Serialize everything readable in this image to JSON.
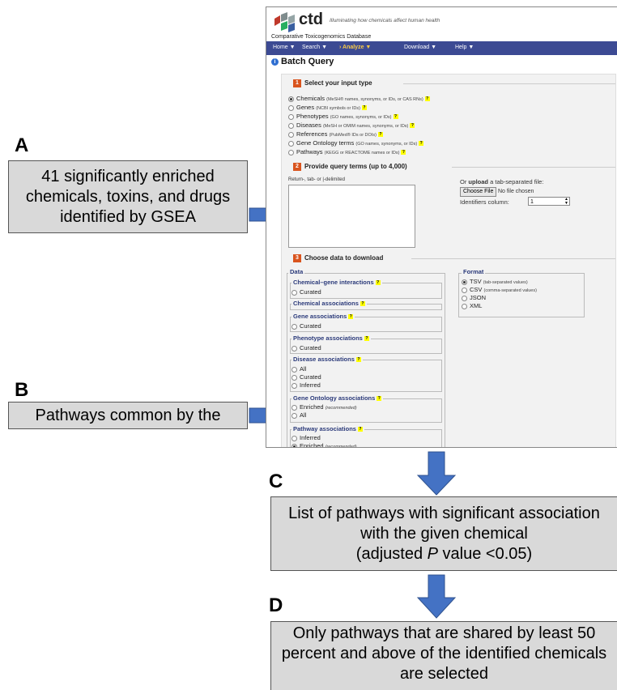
{
  "labels": {
    "a": "A",
    "b": "B",
    "c": "C",
    "d": "D"
  },
  "box_a": {
    "line1": "41 significantly enriched",
    "line2": "chemicals, toxins, and drugs",
    "line3": "identified by GSEA"
  },
  "box_b": {
    "text": "Pathways common by the"
  },
  "box_c": {
    "line1": "List of pathways with significant association",
    "line2": "with the given chemical",
    "line3_pre": "(adjusted ",
    "line3_italic": "P",
    "line3_post": " value <0.05)"
  },
  "box_d": {
    "line1": "Only pathways that are shared by least 50",
    "line2": "percent and above of the identified chemicals",
    "line3": "are selected"
  },
  "ctd": {
    "logo_text": "ctd",
    "tagline": "Illuminating how chemicals affect human health",
    "db_name": "Comparative Toxicogenomics Database",
    "nav": [
      "Home ▼",
      "Search ▼",
      "› Analyze ▼",
      "Download ▼",
      "Help ▼"
    ],
    "page_title": "Batch Query",
    "sec1": {
      "num": "1",
      "title": "Select your input type"
    },
    "input_types": [
      {
        "label": "Chemicals",
        "note": "(MeSH® names, synonyms, or IDs, or CAS RNs)"
      },
      {
        "label": "Genes",
        "note": "(NCBI symbols or IDs)"
      },
      {
        "label": "Phenotypes",
        "note": "(GO names, synonyms, or IDs)"
      },
      {
        "label": "Diseases",
        "note": "(MeSH or OMIM names, synonyms, or IDs)"
      },
      {
        "label": "References",
        "note": "(PubMed® IDs or DOIs)"
      },
      {
        "label": "Gene Ontology terms",
        "note": "(GO names, synonyms, or IDs)"
      },
      {
        "label": "Pathways",
        "note": "(KEGG or REACTOME names or IDs)"
      }
    ],
    "sec2": {
      "num": "2",
      "title": "Provide query terms (up to 4,000)"
    },
    "delim_label": "Return-, tab- or |-delimited",
    "upload_label_pre": "Or ",
    "upload_label_bold": "upload",
    "upload_label_post": " a tab-separated file:",
    "choose_file": "Choose File",
    "no_file": "No file chosen",
    "id_column_label": "Identifiers column:",
    "id_column_value": "1",
    "sec3": {
      "num": "3",
      "title": "Choose data to download"
    },
    "data_legend": "Data",
    "format_legend": "Format",
    "formats": [
      {
        "label": "TSV",
        "note": "(tab-separated values)"
      },
      {
        "label": "CSV",
        "note": "(comma-separated values)"
      },
      {
        "label": "JSON",
        "note": ""
      },
      {
        "label": "XML",
        "note": ""
      }
    ],
    "groups": {
      "chem_gene": "Chemical–gene interactions",
      "chem_assoc": "Chemical associations",
      "gene_assoc": "Gene associations",
      "pheno_assoc": "Phenotype associations",
      "disease_assoc": "Disease associations",
      "go_assoc": "Gene Ontology associations",
      "pathway_assoc": "Pathway associations"
    },
    "opts": {
      "curated": "Curated",
      "all": "All",
      "inferred": "Inferred",
      "enriched": "Enriched",
      "recommended": "(recommended)"
    }
  }
}
